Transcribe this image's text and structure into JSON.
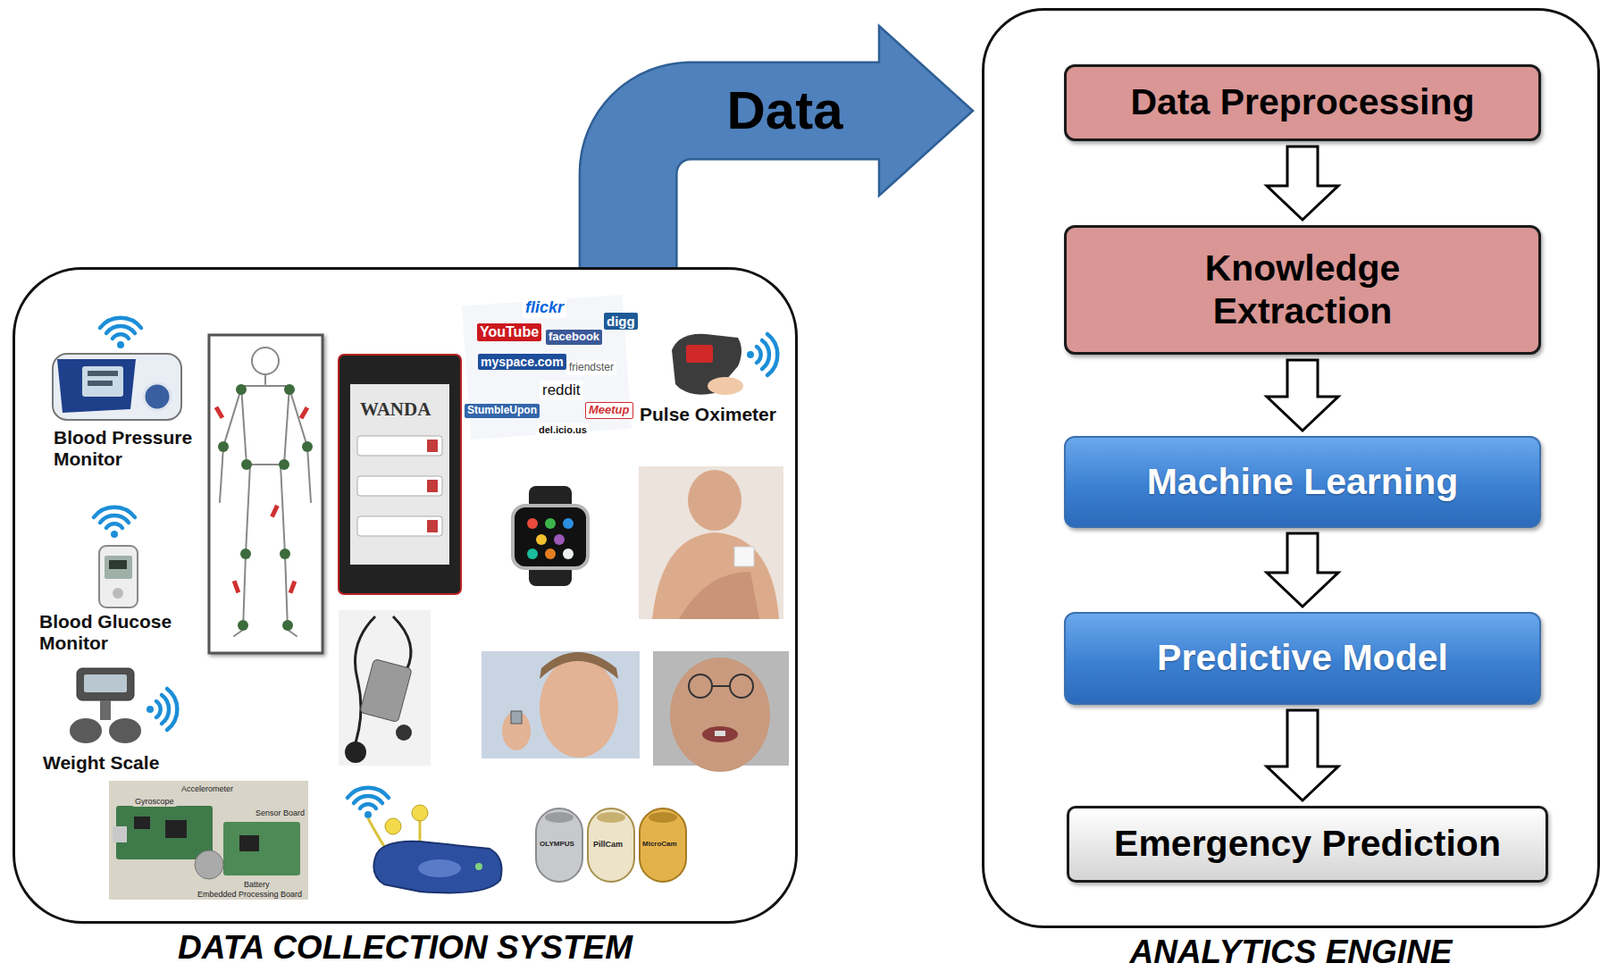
{
  "diagram": {
    "nodes": [
      {
        "text": [
          "DATA COLLECTION SYSTEM"
        ]
      },
      {
        "text": [
          "ANALYTICS ENGINE"
        ]
      },
      {
        "text": [
          "Data Preprocessing"
        ],
        "in": 1
      },
      {
        "text": [
          "Knowledge Extraction"
        ],
        "in": 1
      },
      {
        "text": [
          "Machine Learning"
        ],
        "in": 1
      },
      {
        "text": [
          "Predictive Model"
        ],
        "in": 1
      },
      {
        "text": [
          "Emergency Prediction"
        ],
        "in": 1
      }
    ],
    "edges": [
      {
        "from": 0,
        "to": 1,
        "arrow": "to",
        "label": "Data"
      },
      {
        "from": 2,
        "to": 3,
        "arrow": "to"
      },
      {
        "from": 3,
        "to": 4,
        "arrow": "to"
      },
      {
        "from": 4,
        "to": 5,
        "arrow": "to"
      },
      {
        "from": 5,
        "to": 6,
        "arrow": "to"
      }
    ],
    "labels": [
      "Blood Pressure Monitor",
      "Blood Glucose Monitor",
      "Weight Scale",
      "Pulse Oximeter",
      "WANDA",
      "flickr",
      "YouTube",
      "facebook",
      "digg",
      "myspace.com",
      "friendster",
      "reddit",
      "StumbleUpon",
      "Meetup",
      "del.icio.us",
      "Accelerometer",
      "Gyroscope",
      "Sensor Board",
      "Battery",
      "Embedded Processing Board",
      "OLYMPUS",
      "PillCam",
      "MicroCam"
    ]
  }
}
